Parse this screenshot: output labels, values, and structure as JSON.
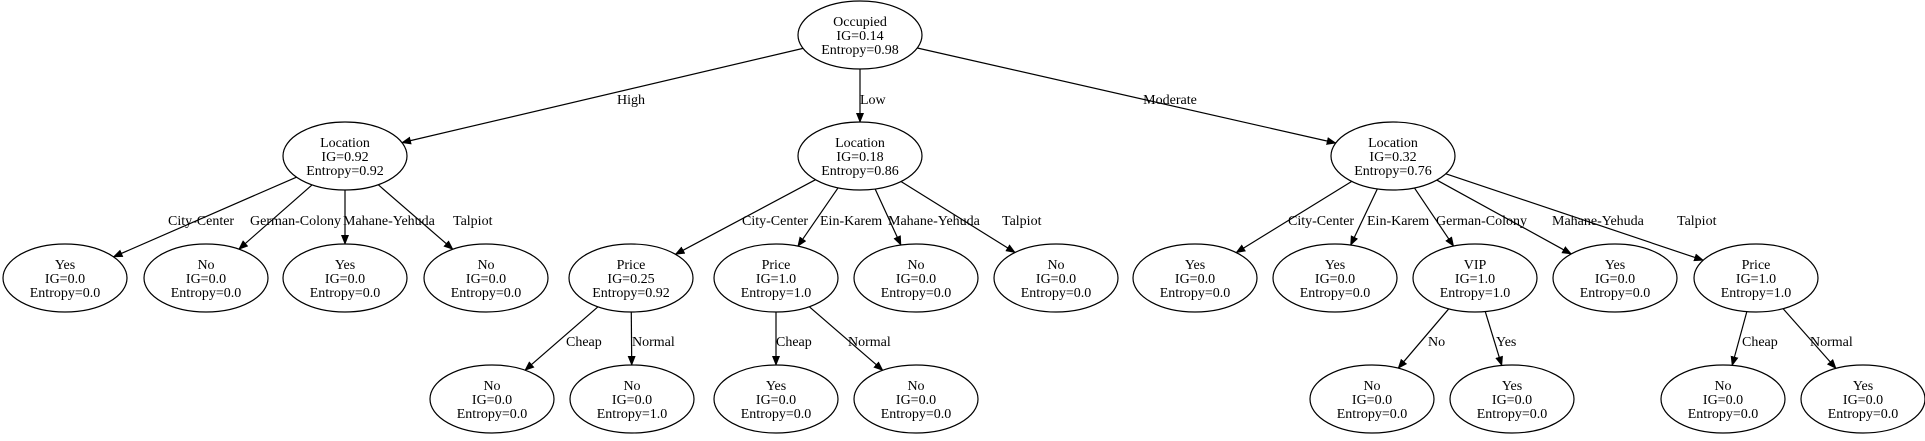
{
  "nodes": [
    {
      "id": "root",
      "lines": [
        "Occupied",
        "IG=0.14",
        "Entropy=0.98"
      ]
    },
    {
      "id": "high",
      "lines": [
        "Location",
        "IG=0.92",
        "Entropy=0.92"
      ]
    },
    {
      "id": "low",
      "lines": [
        "Location",
        "IG=0.18",
        "Entropy=0.86"
      ]
    },
    {
      "id": "mod",
      "lines": [
        "Location",
        "IG=0.32",
        "Entropy=0.76"
      ]
    },
    {
      "id": "h_cc",
      "lines": [
        "Yes",
        "IG=0.0",
        "Entropy=0.0"
      ]
    },
    {
      "id": "h_gc",
      "lines": [
        "No",
        "IG=0.0",
        "Entropy=0.0"
      ]
    },
    {
      "id": "h_my",
      "lines": [
        "Yes",
        "IG=0.0",
        "Entropy=0.0"
      ]
    },
    {
      "id": "h_tp",
      "lines": [
        "No",
        "IG=0.0",
        "Entropy=0.0"
      ]
    },
    {
      "id": "l_cc",
      "lines": [
        "Price",
        "IG=0.25",
        "Entropy=0.92"
      ]
    },
    {
      "id": "l_ek",
      "lines": [
        "Price",
        "IG=1.0",
        "Entropy=1.0"
      ]
    },
    {
      "id": "l_my",
      "lines": [
        "No",
        "IG=0.0",
        "Entropy=0.0"
      ]
    },
    {
      "id": "l_tp",
      "lines": [
        "No",
        "IG=0.0",
        "Entropy=0.0"
      ]
    },
    {
      "id": "m_cc",
      "lines": [
        "Yes",
        "IG=0.0",
        "Entropy=0.0"
      ]
    },
    {
      "id": "m_ek",
      "lines": [
        "Yes",
        "IG=0.0",
        "Entropy=0.0"
      ]
    },
    {
      "id": "m_gc",
      "lines": [
        "VIP",
        "IG=1.0",
        "Entropy=1.0"
      ]
    },
    {
      "id": "m_my",
      "lines": [
        "Yes",
        "IG=0.0",
        "Entropy=0.0"
      ]
    },
    {
      "id": "m_tp",
      "lines": [
        "Price",
        "IG=1.0",
        "Entropy=1.0"
      ]
    },
    {
      "id": "lcc_cheap",
      "lines": [
        "No",
        "IG=0.0",
        "Entropy=0.0"
      ]
    },
    {
      "id": "lcc_normal",
      "lines": [
        "No",
        "IG=0.0",
        "Entropy=1.0"
      ]
    },
    {
      "id": "lek_cheap",
      "lines": [
        "Yes",
        "IG=0.0",
        "Entropy=0.0"
      ]
    },
    {
      "id": "lek_normal",
      "lines": [
        "No",
        "IG=0.0",
        "Entropy=0.0"
      ]
    },
    {
      "id": "mgc_no",
      "lines": [
        "No",
        "IG=0.0",
        "Entropy=0.0"
      ]
    },
    {
      "id": "mgc_yes",
      "lines": [
        "Yes",
        "IG=0.0",
        "Entropy=0.0"
      ]
    },
    {
      "id": "mtp_cheap",
      "lines": [
        "No",
        "IG=0.0",
        "Entropy=0.0"
      ]
    },
    {
      "id": "mtp_normal",
      "lines": [
        "Yes",
        "IG=0.0",
        "Entropy=0.0"
      ]
    }
  ],
  "edges": [
    {
      "from": "root",
      "to": "high",
      "label": "High"
    },
    {
      "from": "root",
      "to": "low",
      "label": "Low"
    },
    {
      "from": "root",
      "to": "mod",
      "label": "Moderate"
    },
    {
      "from": "high",
      "to": "h_cc",
      "label": "City-Center"
    },
    {
      "from": "high",
      "to": "h_gc",
      "label": "German-Colony"
    },
    {
      "from": "high",
      "to": "h_my",
      "label": "Mahane-Yehuda"
    },
    {
      "from": "high",
      "to": "h_tp",
      "label": "Talpiot"
    },
    {
      "from": "low",
      "to": "l_cc",
      "label": "City-Center"
    },
    {
      "from": "low",
      "to": "l_ek",
      "label": "Ein-Karem"
    },
    {
      "from": "low",
      "to": "l_my",
      "label": "Mahane-Yehuda"
    },
    {
      "from": "low",
      "to": "l_tp",
      "label": "Talpiot"
    },
    {
      "from": "mod",
      "to": "m_cc",
      "label": "City-Center"
    },
    {
      "from": "mod",
      "to": "m_ek",
      "label": "Ein-Karem"
    },
    {
      "from": "mod",
      "to": "m_gc",
      "label": "German-Colony"
    },
    {
      "from": "mod",
      "to": "m_my",
      "label": "Mahane-Yehuda"
    },
    {
      "from": "mod",
      "to": "m_tp",
      "label": "Talpiot"
    },
    {
      "from": "l_cc",
      "to": "lcc_cheap",
      "label": "Cheap"
    },
    {
      "from": "l_cc",
      "to": "lcc_normal",
      "label": "Normal"
    },
    {
      "from": "l_ek",
      "to": "lek_cheap",
      "label": "Cheap"
    },
    {
      "from": "l_ek",
      "to": "lek_normal",
      "label": "Normal"
    },
    {
      "from": "m_gc",
      "to": "mgc_no",
      "label": "No"
    },
    {
      "from": "m_gc",
      "to": "mgc_yes",
      "label": "Yes"
    },
    {
      "from": "m_tp",
      "to": "mtp_cheap",
      "label": "Cheap"
    },
    {
      "from": "m_tp",
      "to": "mtp_normal",
      "label": "Normal"
    }
  ]
}
